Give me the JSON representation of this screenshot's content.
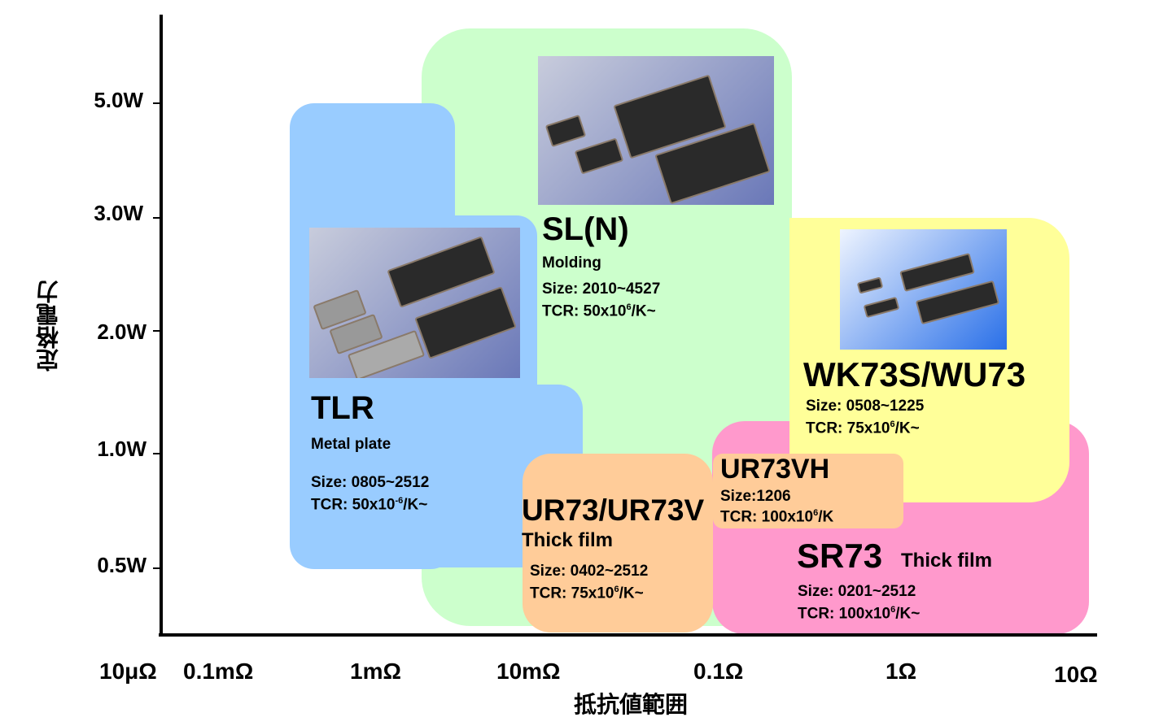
{
  "y_axis": {
    "label": "定格電力",
    "ticks": [
      "5.0W",
      "3.0W",
      "2.0W",
      "1.0W",
      "0.5W"
    ]
  },
  "x_axis": {
    "label": "抵抗値範囲",
    "ticks": [
      "10μΩ",
      "0.1mΩ",
      "1mΩ",
      "10mΩ",
      "0.1Ω",
      "1Ω",
      "10Ω"
    ]
  },
  "colors": {
    "tlr": "#99ccff",
    "sl": "#ccffcc",
    "wk": "#ffff99",
    "sr": "#ff99cc",
    "ur": "#ffcc99"
  },
  "products": {
    "tlr": {
      "name": "TLR",
      "type": "Metal plate",
      "size": "Size: 0805~2512",
      "tcr": "TCR: 50x10",
      "tcr_exp": "-6",
      "tcr_unit": "/K~"
    },
    "sl": {
      "name": "SL(N)",
      "type": "Molding",
      "size": "Size: 2010~4527",
      "tcr": "TCR: 50x10",
      "tcr_exp": "6",
      "tcr_unit": "/K~"
    },
    "wk": {
      "name": "WK73S/WU73",
      "size": "Size: 0508~1225",
      "tcr": "TCR: 75x10",
      "tcr_exp": "6",
      "tcr_unit": "/K~"
    },
    "ur73vh": {
      "name": "UR73VH",
      "size": "Size:1206",
      "tcr": "TCR: 100x10",
      "tcr_exp": "6",
      "tcr_unit": "/K"
    },
    "ur73": {
      "name": "UR73/UR73V",
      "type": "Thick film",
      "size": "Size: 0402~2512",
      "tcr": "TCR: 75x10",
      "tcr_exp": "6",
      "tcr_unit": "/K~"
    },
    "sr73": {
      "name": "SR73",
      "type": "Thick film",
      "size": "Size: 0201~2512",
      "tcr": "TCR: 100x10",
      "tcr_exp": "6",
      "tcr_unit": "/K~"
    }
  }
}
